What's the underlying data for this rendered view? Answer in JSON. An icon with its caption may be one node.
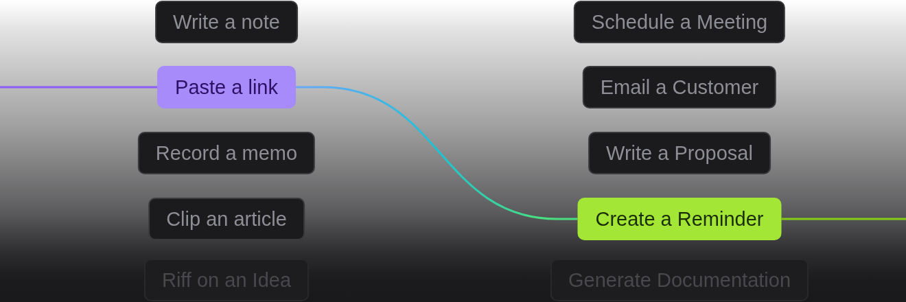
{
  "diagram": {
    "nodes": [
      {
        "text": [
          "Write a note"
        ]
      },
      {
        "text": [
          "Schedule a Meeting"
        ]
      },
      {
        "text": [
          "Paste a link"
        ]
      },
      {
        "text": [
          "Email a Customer"
        ]
      },
      {
        "text": [
          "Record a memo"
        ]
      },
      {
        "text": [
          "Write a Proposal"
        ]
      },
      {
        "text": [
          "Clip an article"
        ]
      },
      {
        "text": [
          "Create a Reminder"
        ]
      },
      {
        "text": [
          "Riff on an Idea"
        ]
      },
      {
        "text": [
          "Generate Documentation"
        ]
      }
    ],
    "edges": [
      {
        "from": null,
        "to": 2,
        "arrow": "none",
        "color": "#8b5cf6"
      },
      {
        "from": 2,
        "to": 7,
        "arrow": "none",
        "color": "#1cc3d4"
      },
      {
        "from": 7,
        "to": null,
        "arrow": "none",
        "color": "#84cc16"
      }
    ]
  }
}
